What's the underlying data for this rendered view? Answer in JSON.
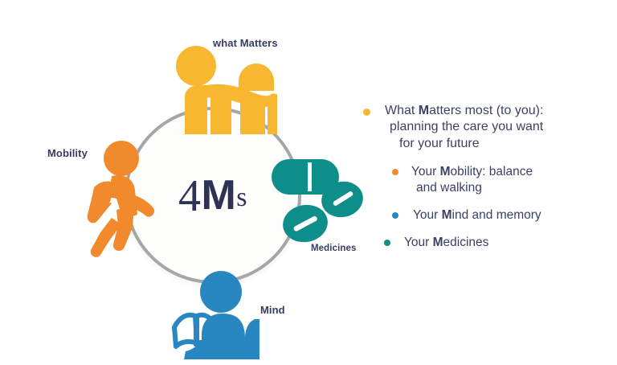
{
  "colors": {
    "matters": "#f7b731",
    "mobility": "#f08a2c",
    "mind": "#2886c0",
    "medicines": "#0d8e8a",
    "ring": "#a6a6a6",
    "heading_text": "#363c61",
    "body_text": "#3b4167",
    "background": "#ffffff"
  },
  "center": {
    "number": "4",
    "m": "M",
    "s": "s",
    "full": "4Ms"
  },
  "nodes": [
    {
      "key": "matters",
      "label": "what Matters",
      "icon": "two-people-embrace-icon",
      "color": "#f7b731"
    },
    {
      "key": "mobility",
      "label": "Mobility",
      "icon": "walking-person-icon",
      "color": "#f08a2c"
    },
    {
      "key": "medicines",
      "label": "Medicines",
      "icon": "pills-capsule-icon",
      "color": "#0d8e8a"
    },
    {
      "key": "mind",
      "label": "Mind",
      "icon": "person-reading-book-icon",
      "color": "#2886c0"
    }
  ],
  "bullets": [
    {
      "key": "matters",
      "color": "#f7b731",
      "line1_pre": "What ",
      "line1_bold": "M",
      "line1_post": "atters most (to you):",
      "line2": "planning  the care you want",
      "line3": "for your future"
    },
    {
      "key": "mobility",
      "color": "#f08a2c",
      "line1_pre": "Your ",
      "line1_bold": "M",
      "line1_post": "obility: balance",
      "line2": "and walking",
      "line3": ""
    },
    {
      "key": "mind",
      "color": "#2886c0",
      "line1_pre": " Your ",
      "line1_bold": "M",
      "line1_post": "ind and memory",
      "line2": "",
      "line3": ""
    },
    {
      "key": "medicines",
      "color": "#0d8e8a",
      "line1_pre": "Your ",
      "line1_bold": "M",
      "line1_post": "edicines",
      "line2": "",
      "line3": ""
    }
  ]
}
